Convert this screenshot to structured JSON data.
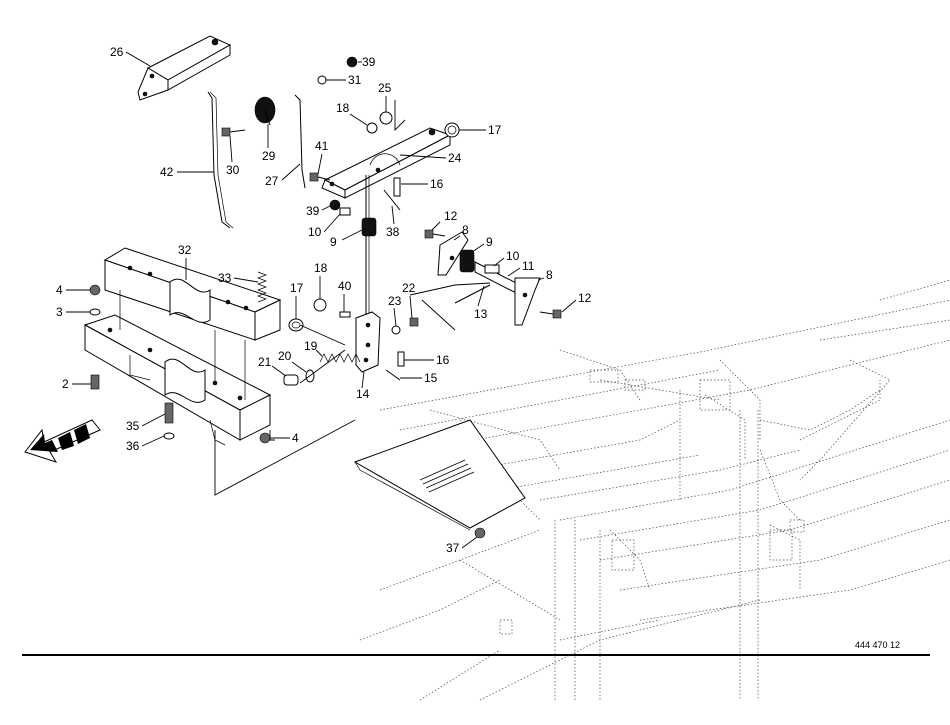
{
  "drawing": {
    "number": "444 470 12"
  },
  "part_labels": {
    "p2": "2",
    "p3": "3",
    "p4a": "4",
    "p4b": "4",
    "p8a": "8",
    "p8b": "8",
    "p9a": "9",
    "p9b": "9",
    "p10a": "10",
    "p10b": "10",
    "p11": "11",
    "p12a": "12",
    "p12b": "12",
    "p13": "13",
    "p14": "14",
    "p15": "15",
    "p16a": "16",
    "p16b": "16",
    "p17a": "17",
    "p17b": "17",
    "p18a": "18",
    "p18b": "18",
    "p19": "19",
    "p20": "20",
    "p21": "21",
    "p22": "22",
    "p23": "23",
    "p24": "24",
    "p25": "25",
    "p26": "26",
    "p27": "27",
    "p29": "29",
    "p30": "30",
    "p31": "31",
    "p32": "32",
    "p33": "33",
    "p35": "35",
    "p36": "36",
    "p37": "37",
    "p38": "38",
    "p39a": "39",
    "p39b": "39",
    "p40": "40",
    "p41": "41",
    "p42": "42"
  },
  "icons": {
    "direction_arrow": "travel-direction-arrow-icon"
  }
}
